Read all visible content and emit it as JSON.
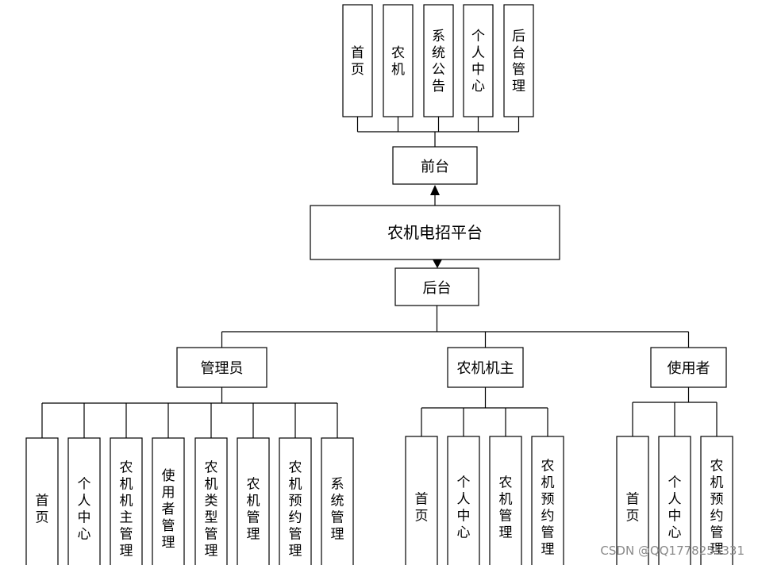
{
  "diagram": {
    "front": {
      "label": "前台",
      "children": [
        "首页",
        "农机",
        "系统公告",
        "个人中心",
        "后台管理"
      ]
    },
    "platform": {
      "label": "农机电招平台"
    },
    "back": {
      "label": "后台",
      "roles": [
        {
          "label": "管理员",
          "children": [
            "首页",
            "个人中心",
            "农机机主管理",
            "使用者管理",
            "农机类型管理",
            "农机管理",
            "农机预约管理",
            "系统管理"
          ]
        },
        {
          "label": "农机机主",
          "children": [
            "首页",
            "个人中心",
            "农机管理",
            "农机预约管理"
          ]
        },
        {
          "label": "使用者",
          "children": [
            "首页",
            "个人中心",
            "农机预约管理"
          ]
        }
      ]
    }
  },
  "watermark": "CSDN @QQ1778255331"
}
